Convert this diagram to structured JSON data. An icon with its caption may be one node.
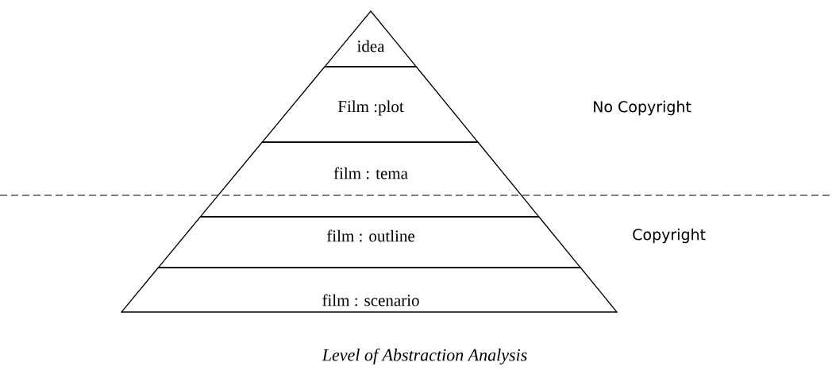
{
  "diagram": {
    "caption": "Level of Abstraction Analysis",
    "nodes": [
      {
        "text": [
          "idea"
        ]
      },
      {
        "text": [
          "Film :plot"
        ]
      },
      {
        "text": [
          "film : tema"
        ]
      },
      {
        "text": [
          "film : outline"
        ]
      },
      {
        "text": [
          "film : scenario"
        ]
      }
    ],
    "labels": [
      "No Copyright",
      "Copyright"
    ]
  }
}
